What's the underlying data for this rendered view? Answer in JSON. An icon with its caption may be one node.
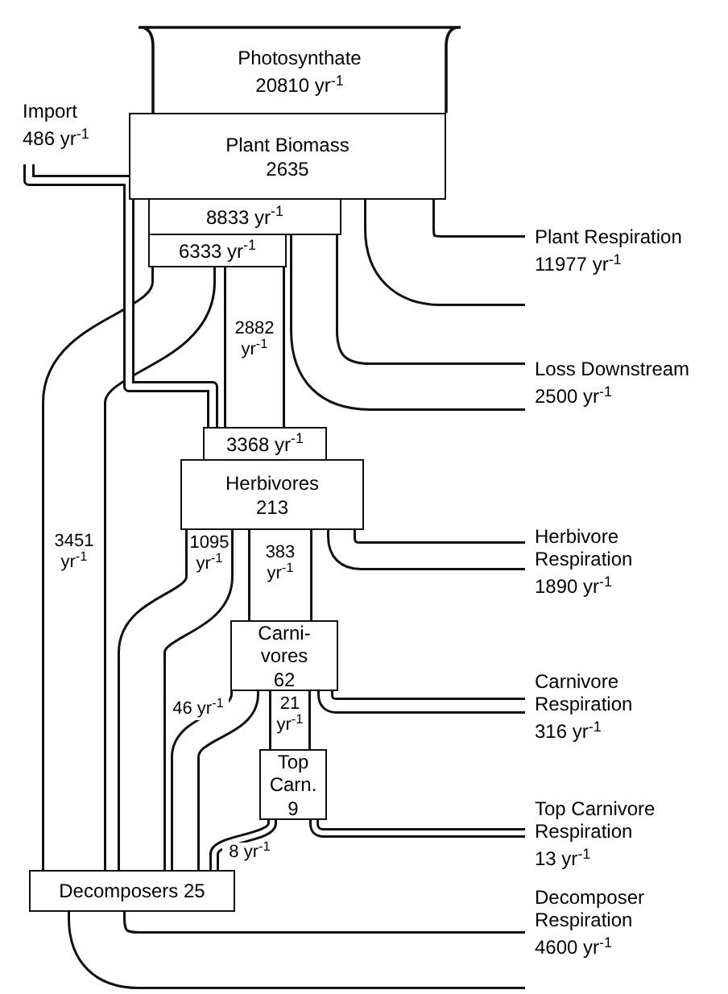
{
  "diagram": {
    "nodes": [
      {
        "text": [
          "Photosynthate",
          "20810 yr$^{-1}$"
        ]
      },
      {
        "text": [
          "Plant Biomass",
          "2635"
        ]
      },
      {
        "text": [
          "8833 yr$^{-1}$"
        ]
      },
      {
        "text": [
          "6333 yr$^{-1}$"
        ]
      },
      {
        "text": [
          "Import",
          "486 yr$^{-1}$"
        ]
      },
      {
        "text": [
          "Plant Respiration",
          "11977 yr$^{-1}$"
        ]
      },
      {
        "text": [
          "Loss Downstream",
          "2500 yr$^{-1}$"
        ]
      },
      {
        "text": [
          "3368 yr$^{-1}$"
        ]
      },
      {
        "text": [
          "Herbivores",
          "213"
        ]
      },
      {
        "text": [
          "Herbivore Respiration",
          "1890 yr$^{-1}$"
        ]
      },
      {
        "text": [
          "Carni-vores",
          "62"
        ]
      },
      {
        "text": [
          "Carnivore Respiration",
          "316 yr$^{-1}$"
        ]
      },
      {
        "text": [
          "Top Carn.",
          "9"
        ]
      },
      {
        "text": [
          "Top Carnivore Respiration",
          "13 yr$^{-1}$"
        ]
      },
      {
        "text": [
          "Decomposers 25"
        ]
      },
      {
        "text": [
          "Decomposer Respiration",
          "4600 yr$^{-1}$"
        ]
      }
    ],
    "edges": [
      {
        "from": 1,
        "to": 5,
        "arrow": "none"
      },
      {
        "from": 2,
        "to": 6,
        "arrow": "none"
      },
      {
        "from": 3,
        "to": 7,
        "arrow": "none",
        "label": "2882 yr$^{-1}$"
      },
      {
        "from": 3,
        "to": 14,
        "arrow": "none",
        "label": "3451 yr$^{-1}$"
      },
      {
        "from": 4,
        "to": 7,
        "arrow": "none"
      },
      {
        "from": 8,
        "to": 14,
        "arrow": "none",
        "label": "1095 yr$^{-1}$"
      },
      {
        "from": 8,
        "to": 10,
        "arrow": "none",
        "label": "383 yr$^{-1}$"
      },
      {
        "from": 8,
        "to": 9,
        "arrow": "none"
      },
      {
        "from": 10,
        "to": 14,
        "arrow": "none",
        "label": "46 yr$^{-1}$"
      },
      {
        "from": 10,
        "to": 12,
        "arrow": "none",
        "label": "21 yr$^{-1}$"
      },
      {
        "from": 10,
        "to": 11,
        "arrow": "none"
      },
      {
        "from": 12,
        "to": 14,
        "arrow": "none",
        "label": "8 yr$^{-1}$"
      },
      {
        "from": 12,
        "to": 13,
        "arrow": "none"
      },
      {
        "from": 14,
        "to": 15,
        "arrow": "none"
      }
    ]
  }
}
